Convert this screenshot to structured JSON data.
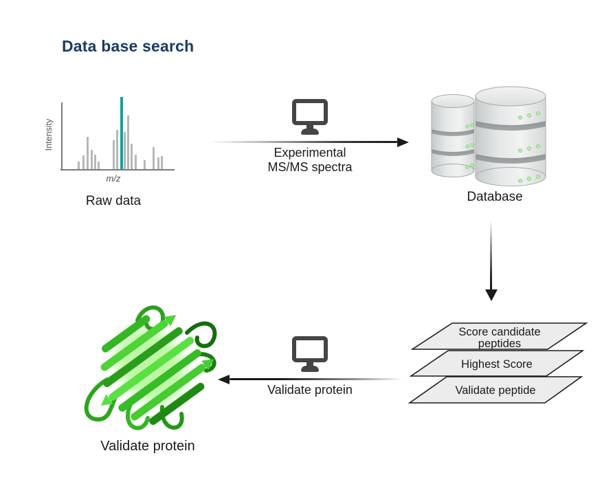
{
  "title": "Data base search",
  "chart_data": {
    "type": "bar",
    "title": "Raw data MS/MS spectrum (stick plot)",
    "xlabel": "m/z",
    "ylabel": "Intensity",
    "grid": false,
    "bar_color": "#b7b7b7",
    "highlight_color": "#16a09a",
    "note": "x = fraction of m/z axis width, h = fraction of plot height",
    "bars": [
      {
        "x": 0.144,
        "h": 0.11
      },
      {
        "x": 0.188,
        "h": 0.2
      },
      {
        "x": 0.225,
        "h": 0.47
      },
      {
        "x": 0.263,
        "h": 0.28
      },
      {
        "x": 0.294,
        "h": 0.21
      },
      {
        "x": 0.325,
        "h": 0.11
      },
      {
        "x": 0.463,
        "h": 0.42
      },
      {
        "x": 0.494,
        "h": 0.57
      },
      {
        "x": 0.531,
        "h": 1.05,
        "highlight": true
      },
      {
        "x": 0.563,
        "h": 0.54
      },
      {
        "x": 0.594,
        "h": 0.78
      },
      {
        "x": 0.625,
        "h": 0.37
      },
      {
        "x": 0.663,
        "h": 0.21
      },
      {
        "x": 0.744,
        "h": 0.13
      },
      {
        "x": 0.825,
        "h": 0.32
      },
      {
        "x": 0.869,
        "h": 0.17
      },
      {
        "x": 0.9,
        "h": 0.19
      }
    ]
  },
  "captions": {
    "raw_data": "Raw data",
    "database": "Database",
    "protein": "Validate protein"
  },
  "arrow_labels": {
    "experimental_line1": "Experimental",
    "experimental_line2": "MS/MS spectra",
    "validate": "Validate protein"
  },
  "stack": {
    "layers": [
      {
        "lines": [
          "Score candidate",
          "peptides"
        ]
      },
      {
        "lines": [
          "Highest Score"
        ]
      },
      {
        "lines": [
          "Validate peptide"
        ]
      }
    ]
  },
  "icons": {
    "monitor": "computer monitor",
    "database": "stacked database cylinders",
    "protein": "green protein ribbon structure"
  },
  "colors": {
    "title_navy": "#1c3a63",
    "accent_teal": "#16a09a",
    "arrow_dark": "#1a1a1a",
    "stack_fill": "#ececec",
    "protein_green": "#3cc22b",
    "db_gray": "#dcdfdf"
  }
}
